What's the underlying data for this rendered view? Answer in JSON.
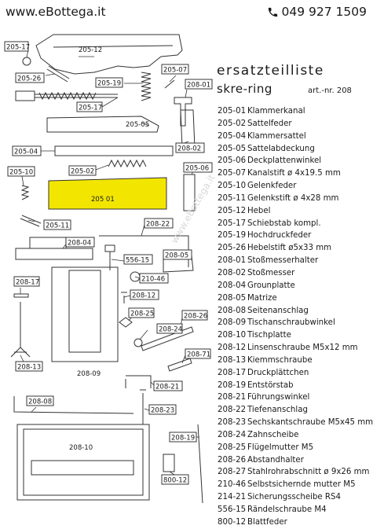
{
  "header": {
    "site": "www.eBottega.it",
    "phone": "049 927 1509",
    "phone_icon": "phone-icon"
  },
  "title": {
    "line1": "ersatzteilliste",
    "line2": "skre-ring",
    "artnr": "art.-nr. 208"
  },
  "watermark": "www.eBottega.it",
  "parts_list": [
    {
      "no": "205-01",
      "name": "Klammerkanal"
    },
    {
      "no": "205-02",
      "name": "Sattelfeder"
    },
    {
      "no": "205-04",
      "name": "Klammersattel"
    },
    {
      "no": "205-05",
      "name": "Sattelabdeckung"
    },
    {
      "no": "205-06",
      "name": "Deckplattenwinkel"
    },
    {
      "no": "205-07",
      "name": "Kanalstift ø 4x19.5 mm"
    },
    {
      "no": "205-10",
      "name": "Gelenkfeder"
    },
    {
      "no": "205-11",
      "name": "Gelenkstift ø 4x28 mm"
    },
    {
      "no": "205-12",
      "name": "Hebel"
    },
    {
      "no": "205-17",
      "name": "Schiebstab kompl."
    },
    {
      "no": "205-19",
      "name": "Hochdruckfeder"
    },
    {
      "no": "205-26",
      "name": "Hebelstift ø5x33 mm"
    },
    {
      "no": "208-01",
      "name": "Stoßmesserhalter"
    },
    {
      "no": "208-02",
      "name": "Stoßmesser"
    },
    {
      "no": "208-04",
      "name": "Grounplatte"
    },
    {
      "no": "208-05",
      "name": "Matrize"
    },
    {
      "no": "208-08",
      "name": "Seitenanschlag"
    },
    {
      "no": "208-09",
      "name": "Tischanschraubwinkel"
    },
    {
      "no": "208-10",
      "name": "Tischplatte"
    },
    {
      "no": "208-12",
      "name": "Linsenschraube M5x12 mm"
    },
    {
      "no": "208-13",
      "name": "Kiemmschraube"
    },
    {
      "no": "208-17",
      "name": "Druckplättchen"
    },
    {
      "no": "208-19",
      "name": "Entstörstab"
    },
    {
      "no": "208-21",
      "name": "Führungswinkel"
    },
    {
      "no": "208-22",
      "name": "Tiefenanschlag"
    },
    {
      "no": "208-23",
      "name": "Sechskantschraube M5x45 mm"
    },
    {
      "no": "208-24",
      "name": "Zahnscheibe"
    },
    {
      "no": "208-25",
      "name": "Flügelmutter M5"
    },
    {
      "no": "208-26",
      "name": "Abstandhalter"
    },
    {
      "no": "208-27",
      "name": "Stahlrohrabschnitt ø 9x26 mm"
    },
    {
      "no": "210-46",
      "name": "Selbstsichernde mutter M5"
    },
    {
      "no": "214-21",
      "name": "Sicherungsscheibe RS4"
    },
    {
      "no": "556-15",
      "name": "Rändelschraube M4"
    },
    {
      "no": "800-12",
      "name": "Blattfeder"
    }
  ],
  "diagram_labels": {
    "l_205_17a": "205-17",
    "l_205_12": "205-12",
    "l_205_26": "205-26",
    "l_205_07": "205-07",
    "l_205_19": "205-19",
    "l_208_01": "208-01",
    "l_205_17b": "205-17",
    "l_205_05": "205-05",
    "l_208_02": "208-02",
    "l_205_04": "205-04",
    "l_205_06": "205-06",
    "l_205_10": "205-10",
    "l_205_02": "205-02",
    "l_205_01": "205 01",
    "l_205_11": "205-11",
    "l_208_22": "208-22",
    "l_208_04": "208-04",
    "l_556_15": "556-15",
    "l_208_05": "208-05",
    "l_210_46": "210-46",
    "l_208_17": "208-17",
    "l_208_12": "208-12",
    "l_208_25": "208-25",
    "l_208_26": "208-26",
    "l_208_24": "208-24",
    "l_208_13": "208-13",
    "l_208_71": "208-71",
    "l_208_09": "208-09",
    "l_208_21": "208-21",
    "l_208_08": "208-08",
    "l_208_23": "208-23",
    "l_208_10": "208-10",
    "l_208_19": "208-19",
    "l_800_12": "800-12"
  },
  "colors": {
    "channel_fill": "#f2e600",
    "ink": "#1a1a1a"
  }
}
